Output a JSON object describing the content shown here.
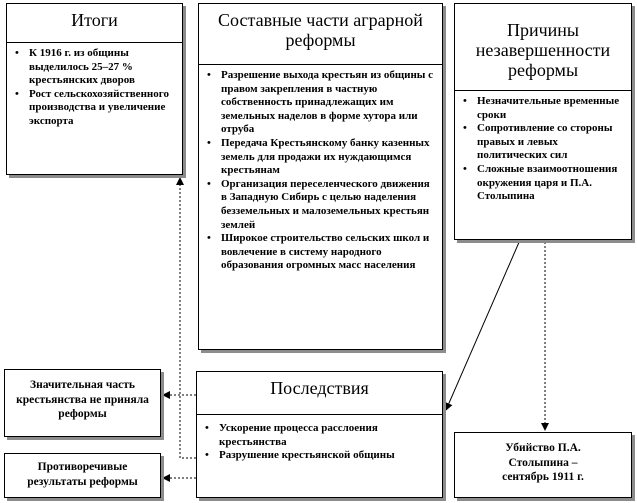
{
  "itogi": {
    "title": "Итоги",
    "items": [
      "К 1916 г. из общины выделилось 25–27 % крестьянских дворов",
      "Рост сельскохозяйственного производства и увеличение экспорта"
    ]
  },
  "components": {
    "title": "Составные части аграрной реформы",
    "items": [
      "Разрешение выхода крестьян из общины с правом закрепления в частную собственность принадлежащих им земельных наделов в форме хутора или отруба",
      "Передача Крестьянскому банку казенных земель для продажи их нуждающимся крестьянам",
      "Организация переселенческого движения в Западную Сибирь с целью наделения безземельных и малоземельных крестьян землей",
      "Широкое строительство сельских школ и вовлечение в систему народного образования огромных масс населения"
    ]
  },
  "reasons": {
    "title": "Причины незавершенности реформы",
    "items": [
      "Незначительные временные сроки",
      "Сопротивление со стороны правых и левых политических сил",
      "Сложные взаимоотношения окружения царя и П.А. Столыпина"
    ]
  },
  "consequences": {
    "title": "Последствия",
    "items": [
      "Ускорение процесса расслоения крестьянства",
      "Разрушение крестьянской общины"
    ]
  },
  "left_box_1": {
    "text": "Значительная часть крестьянства не приняла реформы"
  },
  "left_box_2": {
    "text": "Противоречивые результаты реформы"
  },
  "murder": {
    "text": "Убийство П.А. Столыпина – сентябрь 1911 г."
  }
}
